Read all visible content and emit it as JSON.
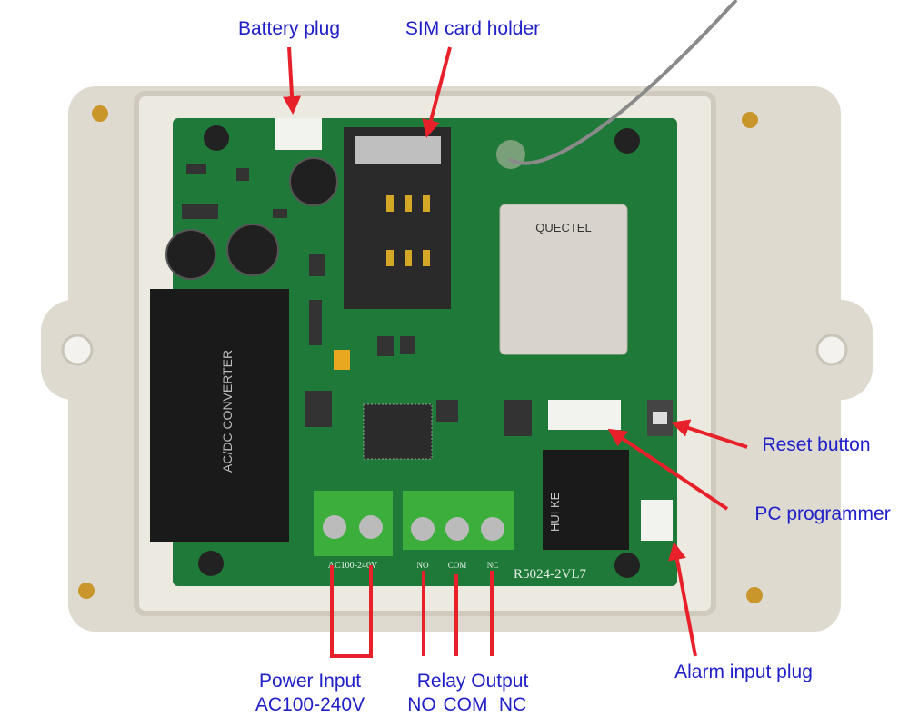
{
  "labels": {
    "battery_plug": "Battery plug",
    "sim_card_holder": "SIM card holder",
    "reset_button": "Reset button",
    "pc_programmer": "PC programmer",
    "alarm_input_plug": "Alarm input plug",
    "power_input": "Power Input",
    "power_input_voltage": "AC100-240V",
    "relay_output": "Relay Output",
    "relay_no": "NO",
    "relay_com": "COM",
    "relay_nc": "NC"
  },
  "board": {
    "model": "R5024-2VL7",
    "converter_text": "AC/DC CONVERTER",
    "relay_brand": "HUI KE",
    "module_brand": "QUECTEL",
    "terminal_power": "AC100-240V",
    "terminal_relay": [
      "NO",
      "COM",
      "NC"
    ]
  },
  "colors": {
    "label": "#2020c8",
    "arrow": "#e8202a",
    "pcb": "#1f7a3a",
    "enclosure": "#e6e2d6",
    "terminal": "#3cae3c"
  }
}
